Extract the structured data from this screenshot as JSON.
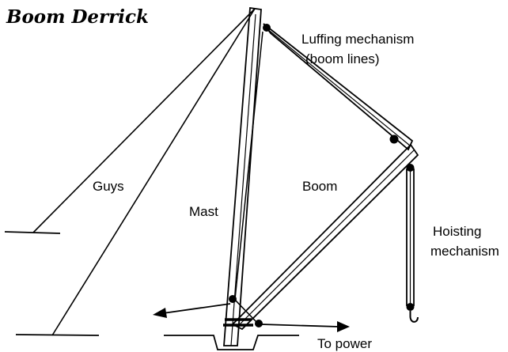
{
  "title": "Boom Derrick",
  "labels": {
    "luffing_line1": "Luffing mechanism",
    "luffing_line2": "(boom lines)",
    "guys": "Guys",
    "mast": "Mast",
    "boom": "Boom",
    "hoisting_line1": "Hoisting",
    "hoisting_line2": "mechanism",
    "to_power": "To power"
  },
  "colors": {
    "ink": "#000000",
    "background": "#ffffff"
  }
}
